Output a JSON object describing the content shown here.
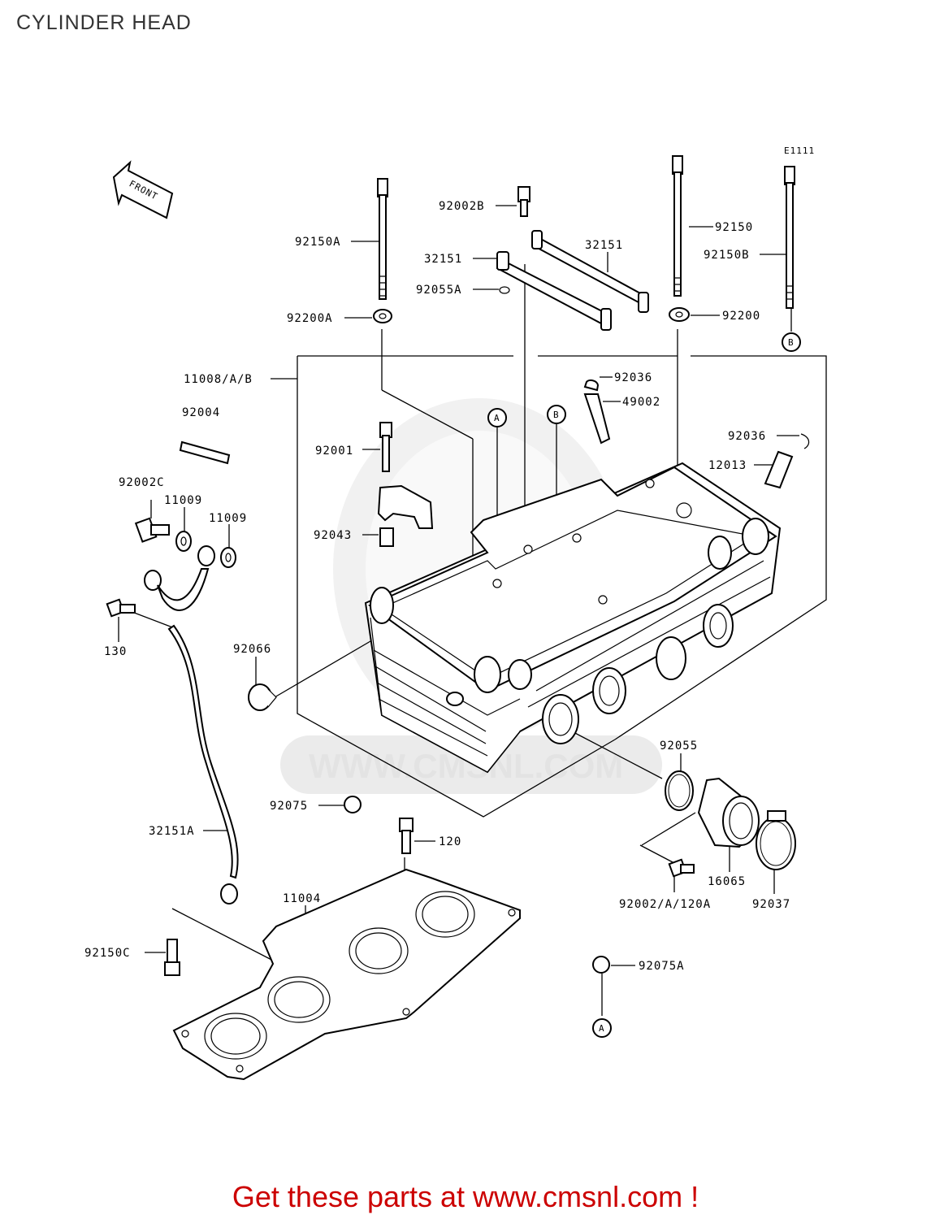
{
  "page": {
    "title": "CYLINDER HEAD",
    "diagram_code": "E1111",
    "front_label": "FRONT"
  },
  "watermark": {
    "text": "WWW.CMSNL.COM"
  },
  "callouts": {
    "a": "A",
    "b": "B"
  },
  "labels": {
    "p92150A": "92150A",
    "p92200A": "92200A",
    "p92002B": "92002B",
    "p32151a": "32151",
    "p32151b": "32151",
    "p92055A": "92055A",
    "p92150": "92150",
    "p92150B": "92150B",
    "p92200": "92200",
    "p11008": "11008/A/B",
    "p92036a": "92036",
    "p49002": "49002",
    "p92004": "92004",
    "p92001": "92001",
    "p92036b": "92036",
    "p12013": "12013",
    "p92002C": "92002C",
    "p11009a": "11009",
    "p11009b": "11009",
    "p92043": "92043",
    "p130": "130",
    "p92066": "92066",
    "p92055": "92055",
    "p92075": "92075",
    "p120": "120",
    "p32151A": "32151A",
    "p16065": "16065",
    "p92002A120A": "92002/A/120A",
    "p92037": "92037",
    "p11004": "11004",
    "p92150C": "92150C",
    "p92075A": "92075A"
  },
  "footer": {
    "text": "Get these parts at www.cmsnl.com !",
    "color": "#cc0000"
  }
}
